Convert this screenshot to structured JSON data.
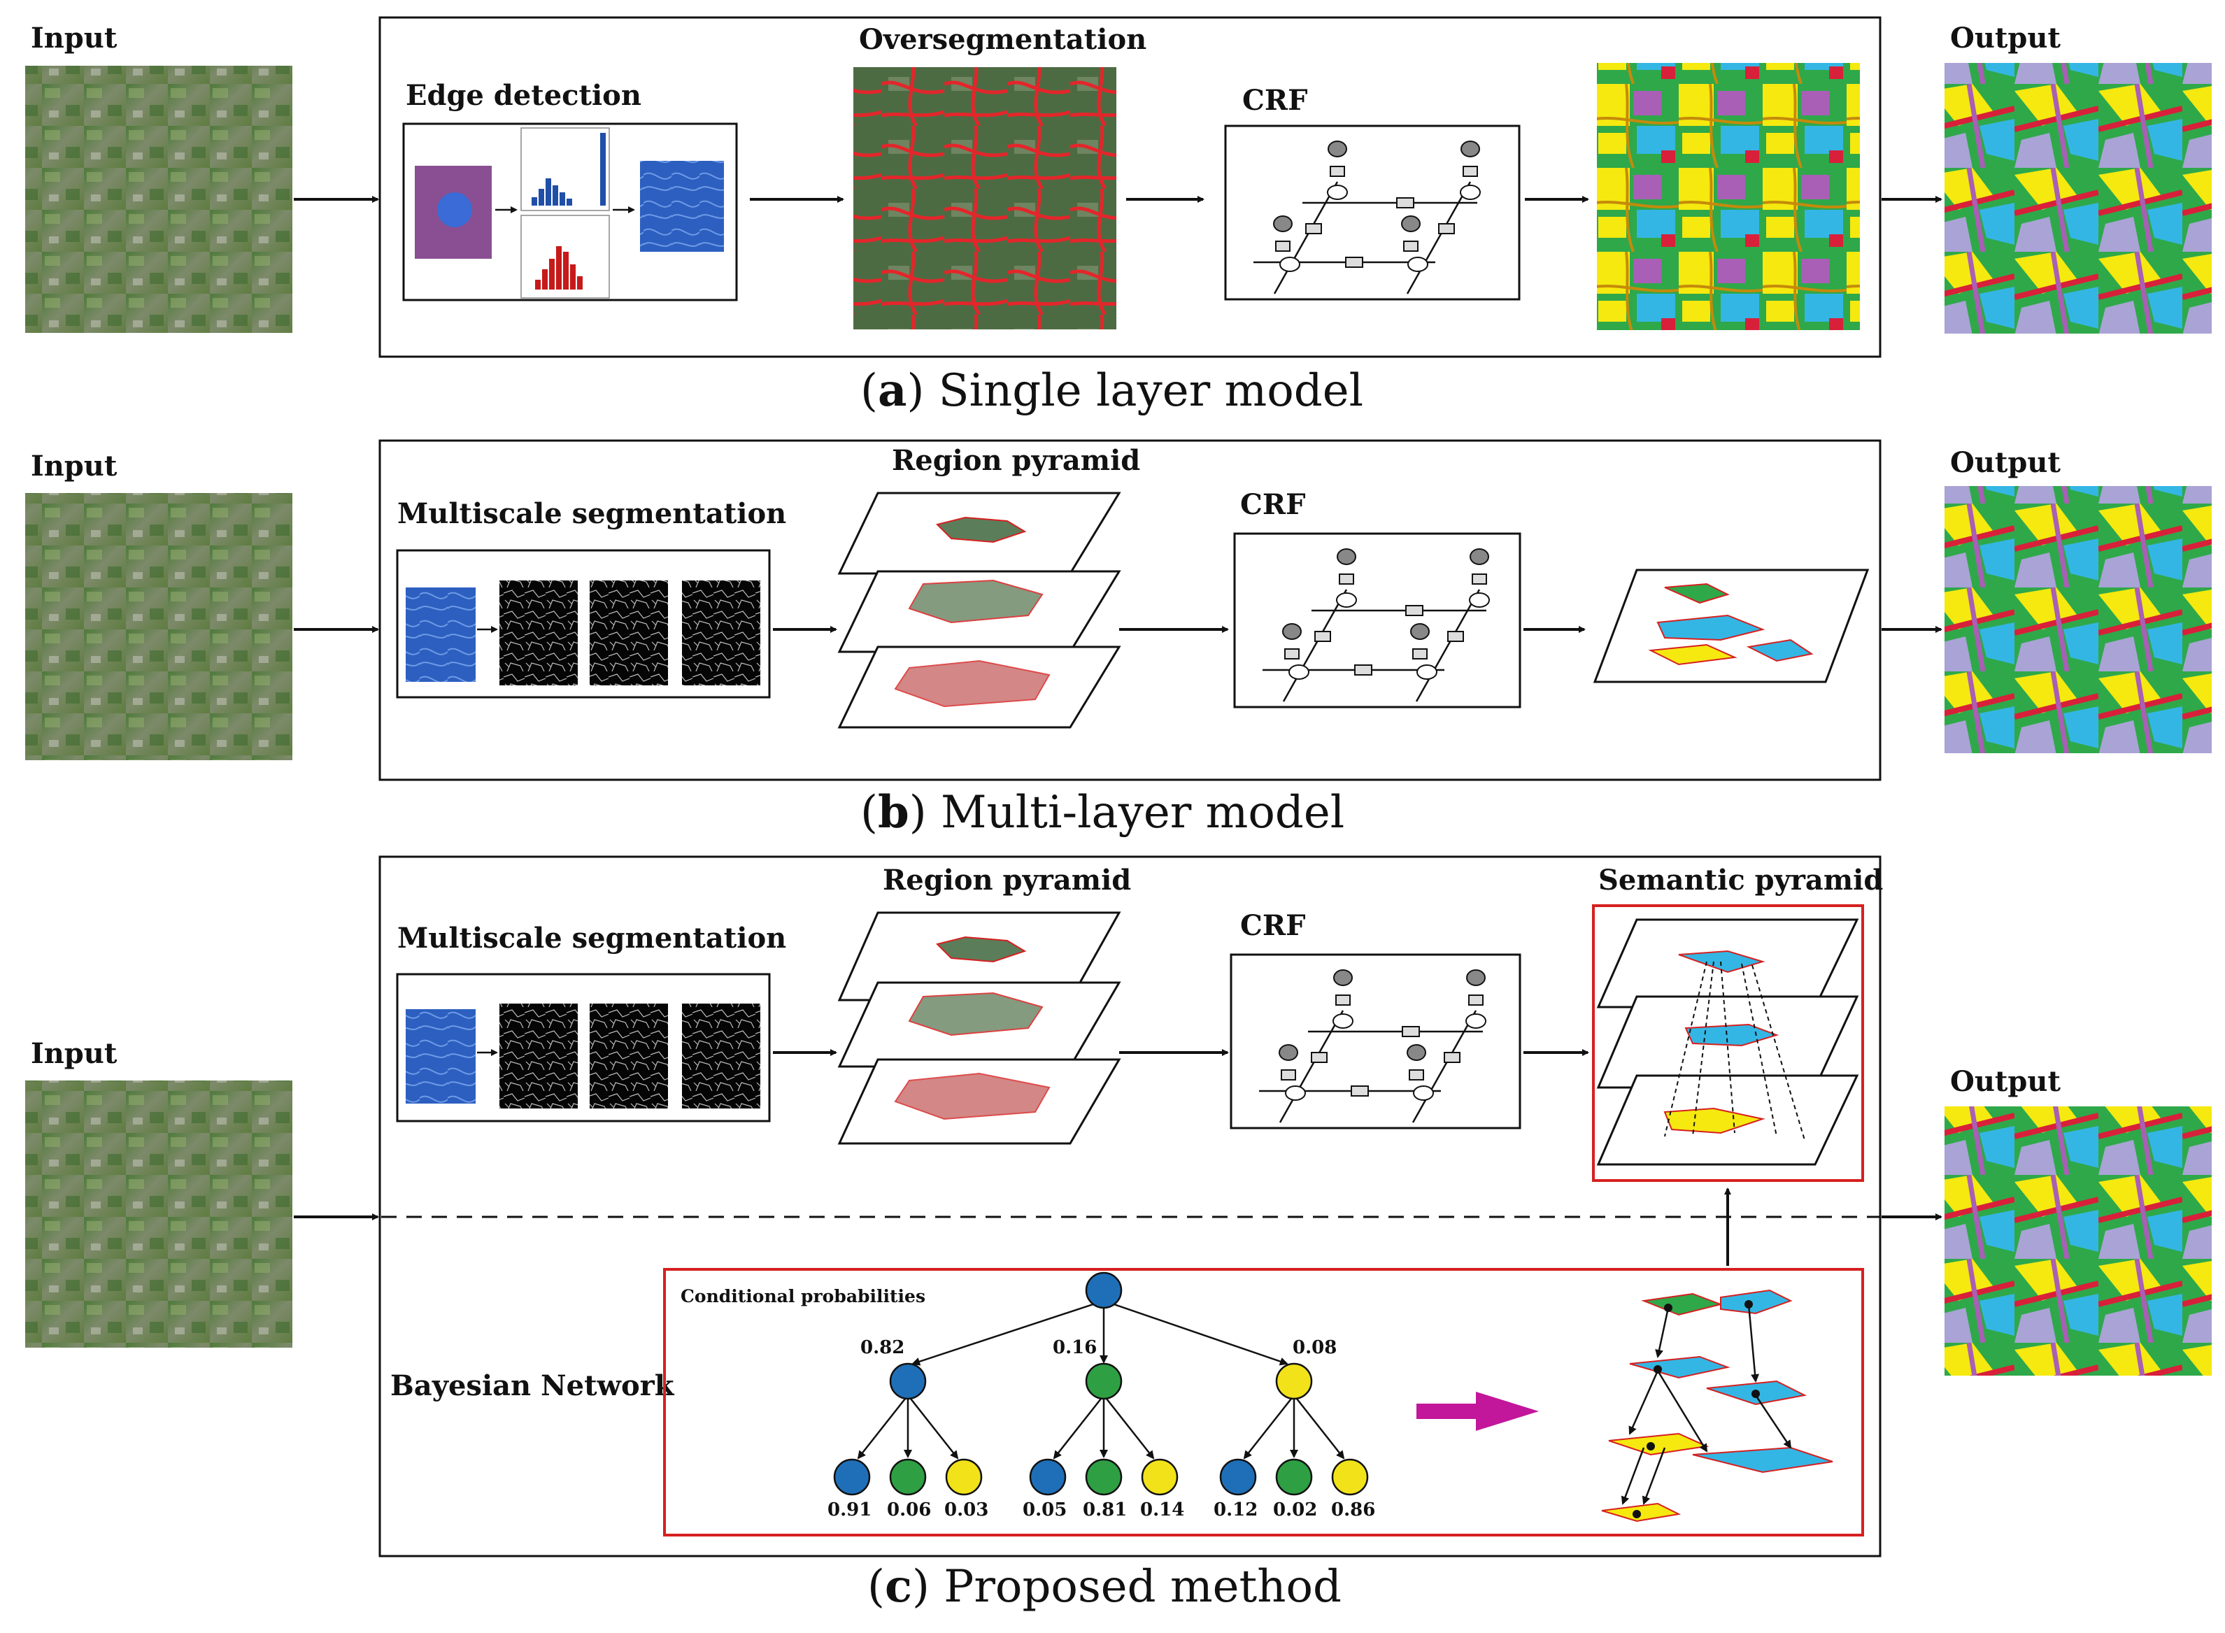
{
  "rows": {
    "a": {
      "input_label": "Input",
      "output_label": "Output",
      "edge_label": "Edge detection",
      "overseg_label": "Oversegmentation",
      "crf_label": "CRF",
      "caption_letter": "a",
      "caption_text": "Single layer model"
    },
    "b": {
      "input_label": "Input",
      "output_label": "Output",
      "multiscale_label": "Multiscale segmentation",
      "pyramid_label": "Region pyramid",
      "crf_label": "CRF",
      "caption_letter": "b",
      "caption_text": "Multi-layer model"
    },
    "c": {
      "input_label": "Input",
      "output_label": "Output",
      "multiscale_label": "Multiscale segmentation",
      "pyramid_label": "Region pyramid",
      "crf_label": "CRF",
      "semantic_label": "Semantic pyramid",
      "bayes_label": "Bayesian Network",
      "cond_label": "Conditional probabilities",
      "caption_letter": "c",
      "caption_text": "Proposed method"
    }
  },
  "bayes": {
    "level1_probs": [
      "0.82",
      "0.16",
      "0.08"
    ],
    "leaf_probs": [
      "0.91",
      "0.06",
      "0.03",
      "0.05",
      "0.81",
      "0.14",
      "0.12",
      "0.02",
      "0.86"
    ],
    "colors": {
      "blue": "#1f6fb8",
      "green": "#2ea043",
      "yellow": "#f2e21a"
    }
  },
  "palette": {
    "seg_green": "#2fa84a",
    "seg_yellow": "#f5e90f",
    "seg_red": "#d8203a",
    "seg_purple": "#a95fb5",
    "seg_cyan": "#34b6e4",
    "seg_lavender": "#a9a3d6",
    "arrow_magenta": "#c2179a"
  }
}
